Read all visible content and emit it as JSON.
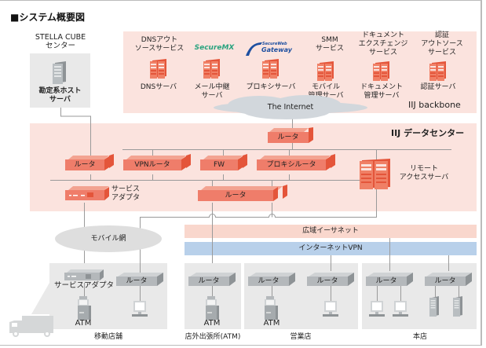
{
  "title": "■システム概要図",
  "colors": {
    "pink_zone": "#fbe3de",
    "gray_zone": "#e9e9e9",
    "router_red": "#ef7d6a",
    "server_orange": "#ec5a36",
    "router_gray": "#b4b8bb",
    "wan_band": "#f9d7cd",
    "vpn_band": "#b8d0ea",
    "cloud": "#d2d7dc"
  },
  "stella": {
    "header": "STELLA CUBE\nセンター",
    "server_label": "勘定系ホスト\nサーバ"
  },
  "backbone": {
    "zone_label": "IIJ backbone",
    "services": [
      {
        "top": "DNSアウト\nソースサービス",
        "bottom": "DNSサーバ"
      },
      {
        "logo": "SecureMX",
        "bottom": "メール中継\nサーバ"
      },
      {
        "logo_top": "SecureWeb",
        "logo_bottom": "Gateway",
        "bottom": "プロキシサーバ"
      },
      {
        "top": "SMM\nサービス",
        "bottom": "モバイル\n管理サーバ"
      },
      {
        "top": "ドキュメント\nエクスチェンジ\nサービス",
        "bottom": "ドキュメント\n管理サーバ"
      },
      {
        "top": "認証\nアウトソース\nサービス",
        "bottom": "認証サーバ"
      }
    ],
    "internet": "The Internet"
  },
  "datacenter": {
    "zone_label": "IIJ データセンター",
    "top_router": "ルータ",
    "routers": [
      "ルータ",
      "VPNルータ",
      "FW",
      "プロキシルータ"
    ],
    "service_adapter": "サービス\nアダプタ",
    "core_router": "ルータ",
    "remote_access": "リモート\nアクセスサーバ"
  },
  "networks": {
    "mobile": "モバイル網",
    "wan": "広域イーサネット",
    "vpn": "インターネットVPN"
  },
  "sites": [
    {
      "name": "移動店舗",
      "devices": [
        "サービスアダプタ",
        "ルータ"
      ],
      "atm": "ATM"
    },
    {
      "name": "店外出張所(ATM)",
      "devices": [
        "ルータ"
      ],
      "atm": "ATM"
    },
    {
      "name": "営業店",
      "devices": [
        "ルータ",
        "ルータ"
      ],
      "atm": "ATM"
    },
    {
      "name": "本店",
      "devices": [
        "ルータ",
        "ルータ"
      ]
    }
  ]
}
